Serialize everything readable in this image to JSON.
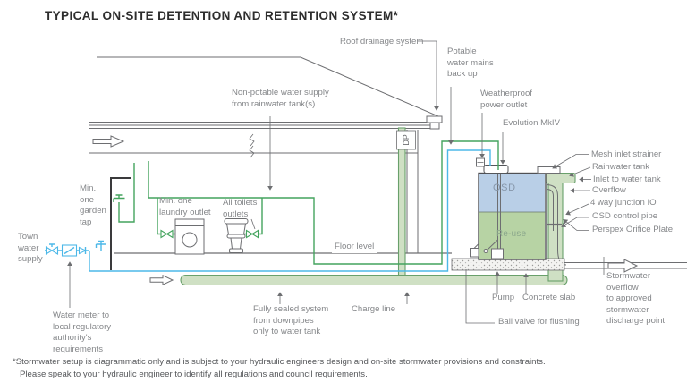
{
  "title": "TYPICAL ON-SITE DETENTION AND RETENTION SYSTEM*",
  "footnote": {
    "line1": "*Stormwater setup is diagrammatic only and is subject to your hydraulic engineers design and on-site stormwater provisions and constraints.",
    "line2": "Please speak to your hydraulic engineer to identify all regulations and council requirements."
  },
  "labels": {
    "roof_drainage_system": "Roof drainage system",
    "potable_water_mains_back_up": "Potable\nwater mains\nback up",
    "weatherproof_power_outlet": "Weatherproof\npower outlet",
    "evolution_mkiv": "Evolution MkIV",
    "non_potable_supply": "Non-potable water supply\nfrom rainwater tank(s)",
    "mesh_inlet_strainer": "Mesh inlet strainer",
    "rainwater_tank": "Rainwater tank",
    "inlet_to_water_tank": "Inlet to water tank",
    "overflow": "Overflow",
    "four_way_junction_io": "4 way junction IO",
    "osd_control_pipe": "OSD control pipe",
    "perspex_orifice_plate": "Perspex Orifice Plate",
    "stormwater_overflow": "Stormwater\noverflow\nto approved\nstormwater\ndischarge point",
    "pump": "Pump",
    "concrete_slab": "Concrete slab",
    "ball_valve_for_flushing": "Ball valve for flushing",
    "charge_line": "Charge line",
    "fully_sealed_system": "Fully sealed system\nfrom downpipes\nonly to water tank",
    "floor_level": "Floor level",
    "min_one_garden_tap": "Min.\none\ngarden\ntap",
    "min_one_laundry_outlet": "Min. one\nlaundry outlet",
    "all_toilets_outlets": "All toilets\noutlets",
    "town_water_supply": "Town\nwater\nsupply",
    "water_meter": "Water meter to\nlocal regulatory\nauthority's\nrequirements",
    "dp": "DP",
    "osd": "OSD",
    "re_use": "Re-use"
  },
  "colors": {
    "pipe_green": "#44a45e",
    "pipe_green_fill": "#cfe0c4",
    "pipe_green_stroke": "#69a06b",
    "water_blue": "#4db8e8",
    "tank_osd_blue": "#b9cfe7",
    "tank_reuse_green": "#b7d3a4",
    "line_gray": "#6d6e71",
    "wall_dark": "#3a3a3c",
    "label_gray": "#85878a",
    "title_dark": "#2d2d2d"
  }
}
